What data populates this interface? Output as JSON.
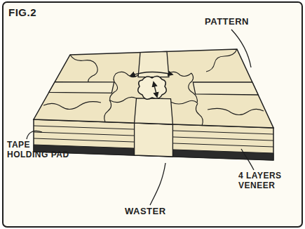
{
  "diagram": {
    "title": "FIG.2",
    "labels": [
      "PATTERN",
      "TAPE HOLDING PAD",
      "4 LAYERS VENEER",
      "WASTER"
    ]
  }
}
